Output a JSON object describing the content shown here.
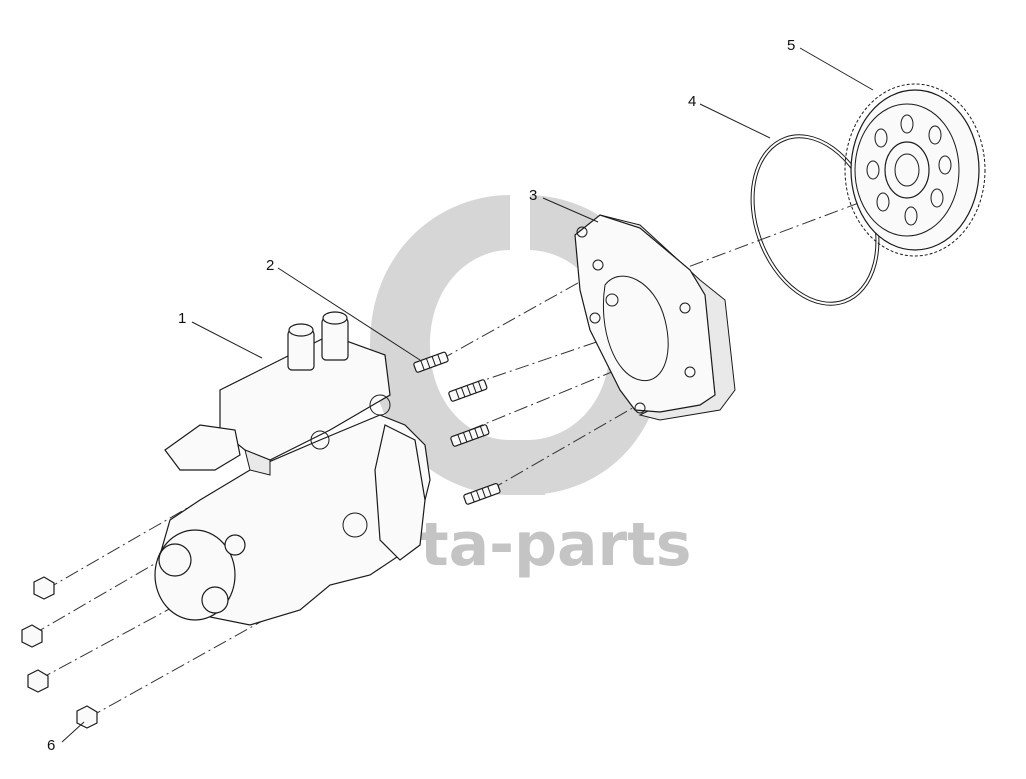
{
  "watermark": {
    "text": "ta-parts",
    "color": "#c4c4c4"
  },
  "callouts": [
    {
      "id": "1",
      "label": "1",
      "part": "injection-pump"
    },
    {
      "id": "2",
      "label": "2",
      "part": "stud"
    },
    {
      "id": "3",
      "label": "3",
      "part": "adapter-flange"
    },
    {
      "id": "4",
      "label": "4",
      "part": "o-ring"
    },
    {
      "id": "5",
      "label": "5",
      "part": "drive-gear"
    },
    {
      "id": "6",
      "label": "6",
      "part": "nut"
    }
  ],
  "colors": {
    "line": "#1a1a1a",
    "background": "#ffffff"
  }
}
